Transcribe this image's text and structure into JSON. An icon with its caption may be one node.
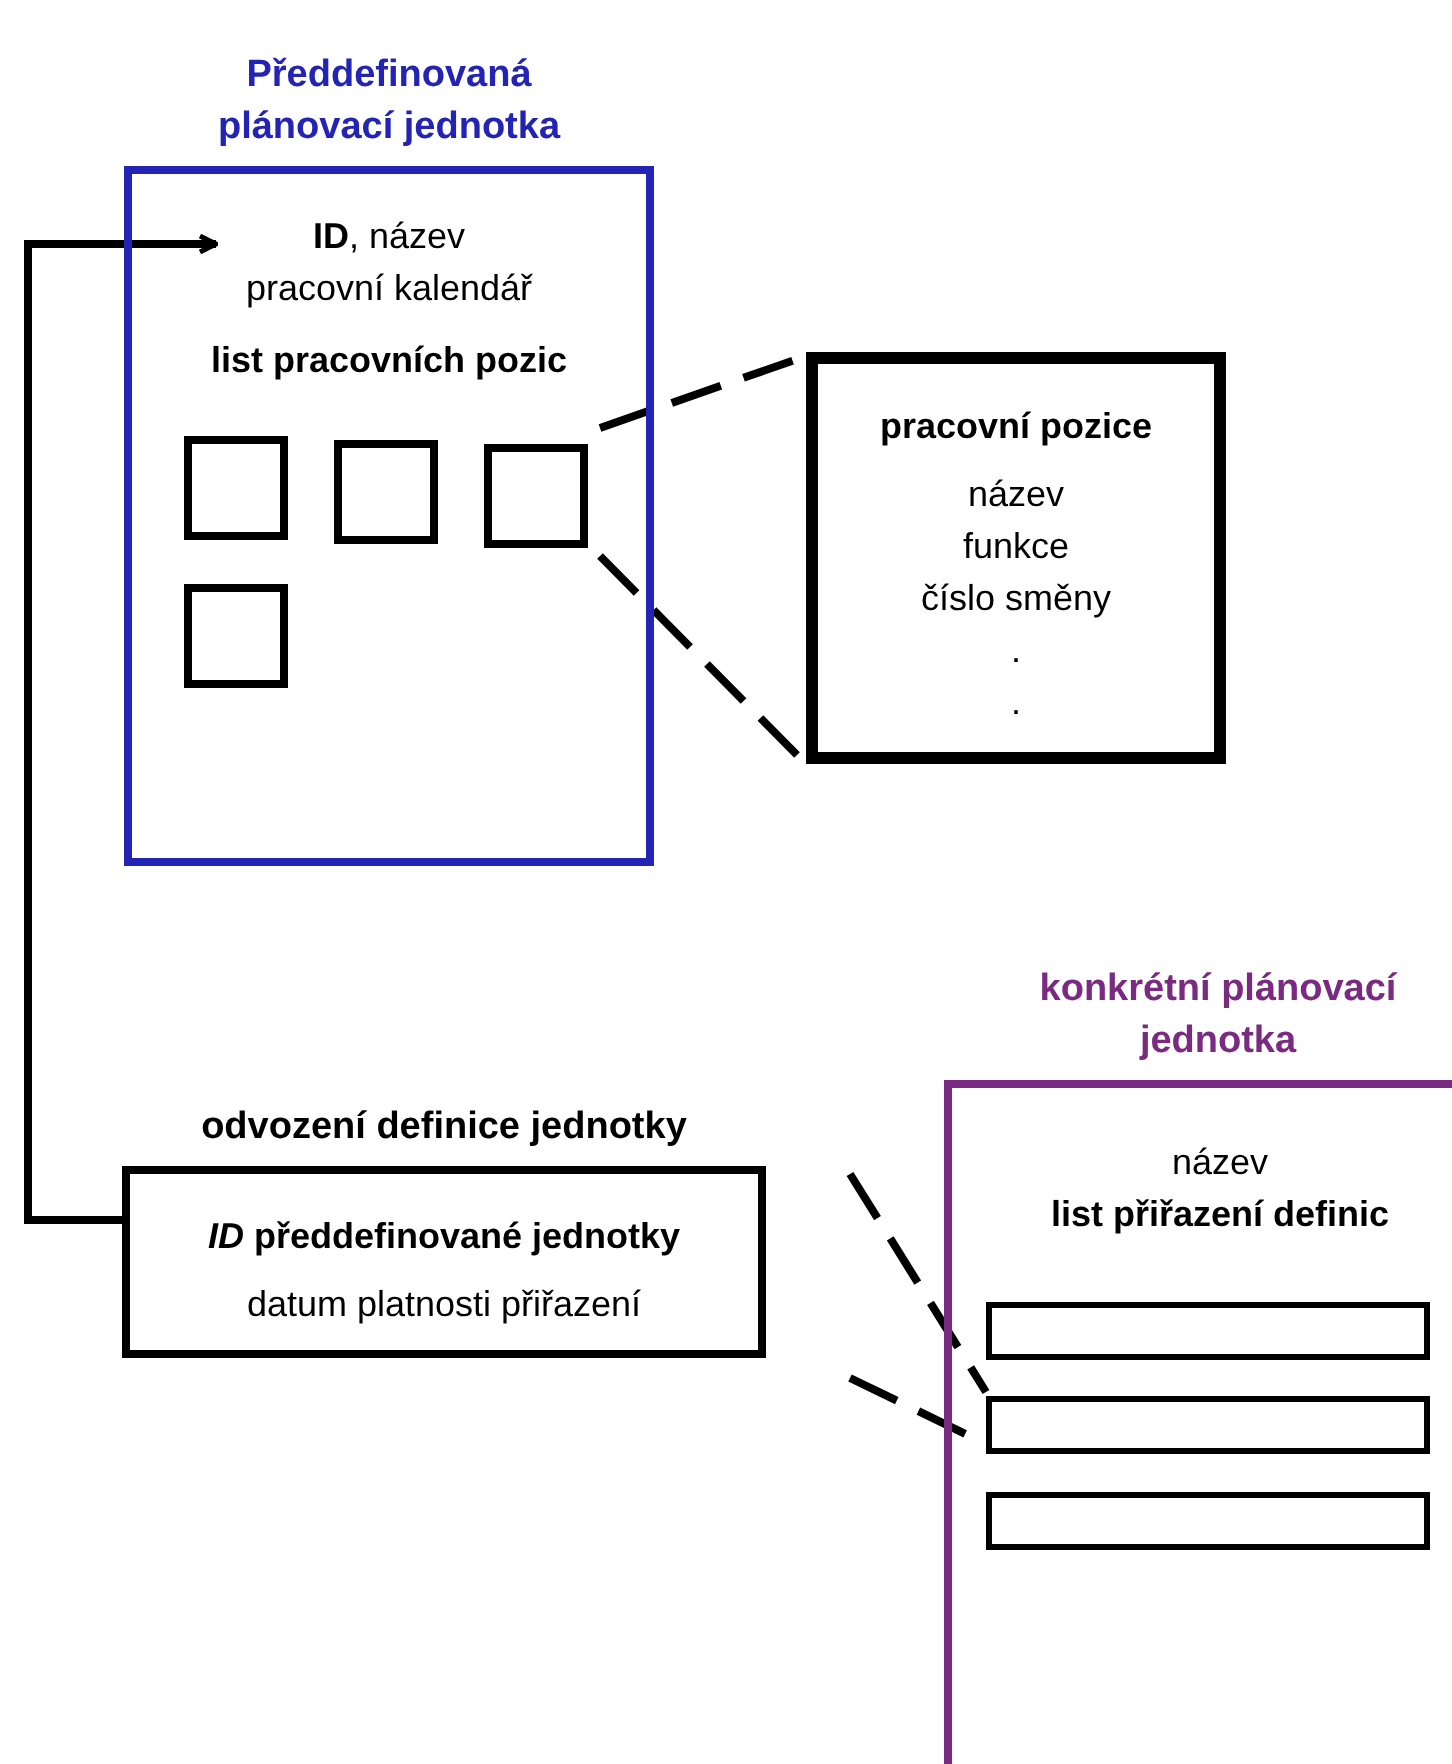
{
  "diagram": {
    "nodes": [
      {
        "text": [
          "Předdefinovaná plánovací jednotka",
          "**ID**, název",
          "pracovní kalendář",
          "list pracovních pozic"
        ]
      },
      {
        "text": [],
        "shape": "box",
        "in": 0
      },
      {
        "text": [],
        "shape": "box",
        "in": 0
      },
      {
        "text": [],
        "shape": "box",
        "in": 0
      },
      {
        "text": [],
        "shape": "box",
        "in": 0
      },
      {
        "text": [
          "pracovní pozice",
          "název",
          "funkce",
          "číslo směny",
          ".",
          "."
        ]
      },
      {
        "text": [
          "odvození definice jednotky",
          "*ID* předdefinované jednotky",
          "datum platnosti přiřazení"
        ]
      },
      {
        "text": [
          "konkrétní plánovací jednotka",
          "název",
          "list přiřazení definic"
        ]
      },
      {
        "text": [],
        "shape": "bar",
        "in": 7
      },
      {
        "text": [],
        "shape": "bar",
        "in": 7
      },
      {
        "text": [],
        "shape": "bar",
        "in": 7
      }
    ],
    "edges": [
      {
        "from": 6,
        "to": 0,
        "arrow": "to"
      },
      {
        "from": 3,
        "to": 5,
        "arrow": "none",
        "style": "dashed"
      },
      {
        "from": 3,
        "to": 5,
        "arrow": "none",
        "style": "dashed"
      },
      {
        "from": 6,
        "to": 9,
        "arrow": "none",
        "style": "dashed"
      },
      {
        "from": 6,
        "to": 9,
        "arrow": "none",
        "style": "dashed"
      }
    ]
  }
}
